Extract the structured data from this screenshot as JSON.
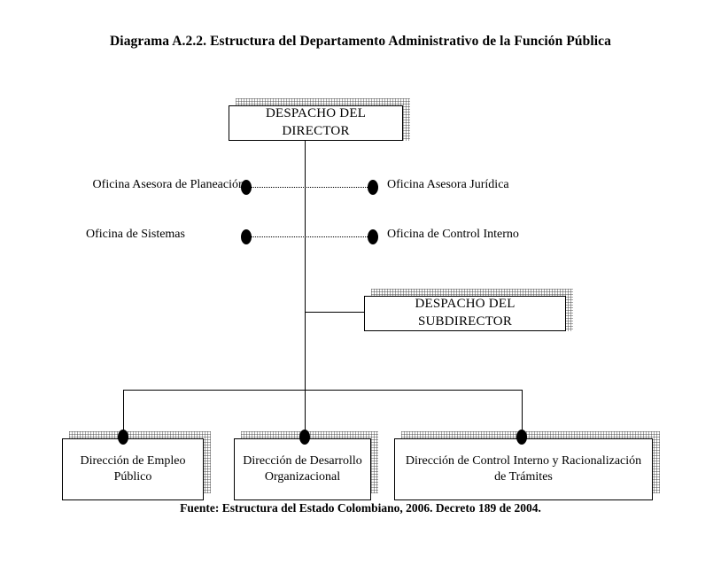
{
  "title": "Diagrama A.2.2. Estructura del Departamento Administrativo de la Función Pública",
  "source": "Fuente: Estructura del Estado Colombiano, 2006. Decreto 189 de 2004.",
  "colors": {
    "line": "#000000",
    "box_border": "#000000",
    "box_fill": "#ffffff",
    "shadow": "#9a9a9a",
    "text": "#000000",
    "page_background": "#ffffff"
  },
  "chart_data": {
    "type": "diagram",
    "diagram_type": "organizational-chart",
    "title": "Diagrama A.2.2. Estructura del Departamento Administrativo de la Función Pública",
    "source": "Fuente: Estructura del Estado Colombiano, 2006. Decreto 189 de 2004.",
    "nodes": [
      {
        "id": "director",
        "label": "DESPACHO DEL DIRECTOR",
        "level": 1,
        "shape": "box"
      },
      {
        "id": "planeacion",
        "label": "Oficina Asesora de Planeación",
        "level": 2,
        "shape": "bullet",
        "side": "left"
      },
      {
        "id": "juridica",
        "label": "Oficina Asesora Jurídica",
        "level": 2,
        "shape": "bullet",
        "side": "right"
      },
      {
        "id": "sistemas",
        "label": "Oficina de Sistemas",
        "level": 2,
        "shape": "bullet",
        "side": "left"
      },
      {
        "id": "control-interno-oficina",
        "label": "Oficina de Control Interno",
        "level": 2,
        "shape": "bullet",
        "side": "right"
      },
      {
        "id": "subdirector",
        "label": "DESPACHO DEL SUBDIRECTOR",
        "level": 3,
        "shape": "box"
      },
      {
        "id": "empleo-publico",
        "label": "Dirección de Empleo Público",
        "level": 4,
        "shape": "box"
      },
      {
        "id": "desarrollo-organizacional",
        "label": "Dirección de Desarrollo Organizacional",
        "level": 4,
        "shape": "box"
      },
      {
        "id": "control-interno-direccion",
        "label": "Dirección de Control Interno y Racionalización de Trámites",
        "level": 4,
        "shape": "box"
      }
    ],
    "edges": [
      {
        "from": "director",
        "to": "subdirector",
        "style": "solid"
      },
      {
        "from": "director",
        "to": "planeacion",
        "style": "dotted"
      },
      {
        "from": "director",
        "to": "juridica",
        "style": "dotted"
      },
      {
        "from": "director",
        "to": "sistemas",
        "style": "dotted"
      },
      {
        "from": "director",
        "to": "control-interno-oficina",
        "style": "dotted"
      },
      {
        "from": "subdirector",
        "to": "empleo-publico",
        "style": "solid"
      },
      {
        "from": "subdirector",
        "to": "desarrollo-organizacional",
        "style": "solid"
      },
      {
        "from": "subdirector",
        "to": "control-interno-direccion",
        "style": "solid"
      }
    ]
  },
  "boxes": {
    "director": {
      "label": "DESPACHO DEL DIRECTOR"
    },
    "subdirector": {
      "label": "DESPACHO DEL SUBDIRECTOR"
    },
    "empleo_publico": {
      "line1": "Dirección de Empleo",
      "line2": "Público"
    },
    "desarrollo_organizacional": {
      "line1": "Dirección de Desarrollo",
      "line2": "Organizacional"
    },
    "control_interno": {
      "line1": "Dirección de Control Interno y Racionalización",
      "line2": "de Trámites"
    }
  },
  "staff": {
    "planeacion": {
      "label": "Oficina Asesora de Planeación"
    },
    "juridica": {
      "label": "Oficina Asesora Jurídica"
    },
    "sistemas": {
      "label": "Oficina de Sistemas"
    },
    "control_interno": {
      "label": "Oficina de Control Interno"
    }
  }
}
